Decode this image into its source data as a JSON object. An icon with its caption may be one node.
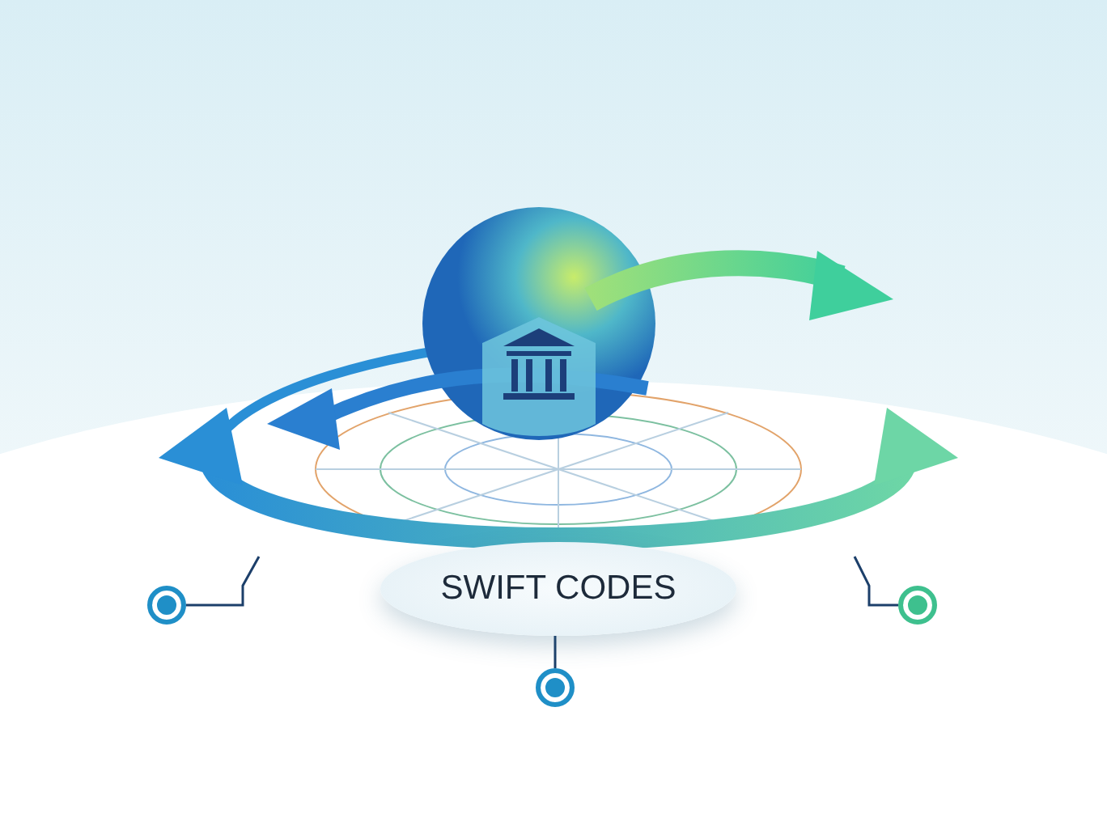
{
  "diagram": {
    "nodes": [
      {
        "text": [
          "SWIFT CODES"
        ]
      },
      {
        "text": [],
        "shape": "circle"
      },
      {
        "text": [],
        "shape": "circle"
      },
      {
        "text": [],
        "shape": "circle"
      }
    ],
    "edges": [
      {
        "from": 0,
        "to": 2,
        "arrow": "none"
      },
      {
        "from": null,
        "to": 1,
        "arrow": "none"
      },
      {
        "from": null,
        "to": 3,
        "arrow": "none"
      }
    ]
  }
}
